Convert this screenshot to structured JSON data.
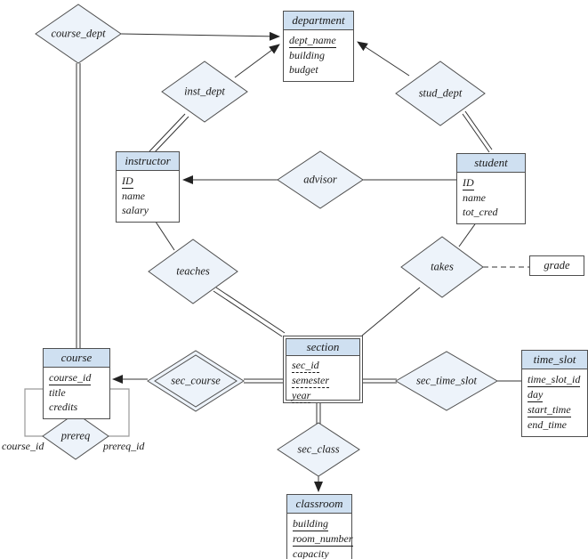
{
  "colors": {
    "entity_header_bg": "#cfe0f1",
    "diamond_fill": "#edf3fa",
    "border": "#4f4f4f",
    "line": "#333333",
    "loop_line": "#9a9a9a"
  },
  "entities": {
    "department": {
      "title": "department",
      "attributes": [
        {
          "text": "dept_name",
          "underline": "solid"
        },
        {
          "text": "building",
          "underline": "none"
        },
        {
          "text": "budget",
          "underline": "none"
        }
      ]
    },
    "instructor": {
      "title": "instructor",
      "attributes": [
        {
          "text": "ID",
          "underline": "solid"
        },
        {
          "text": "name",
          "underline": "none"
        },
        {
          "text": "salary",
          "underline": "none"
        }
      ]
    },
    "student": {
      "title": "student",
      "attributes": [
        {
          "text": "ID",
          "underline": "solid"
        },
        {
          "text": "name",
          "underline": "none"
        },
        {
          "text": "tot_cred",
          "underline": "none"
        }
      ]
    },
    "section": {
      "title": "section",
      "weak_entity": true,
      "attributes": [
        {
          "text": "sec_id",
          "underline": "dashed"
        },
        {
          "text": "semester",
          "underline": "dashed"
        },
        {
          "text": "year",
          "underline": "dashed"
        }
      ]
    },
    "course": {
      "title": "course",
      "attributes": [
        {
          "text": "course_id",
          "underline": "solid"
        },
        {
          "text": "title",
          "underline": "none"
        },
        {
          "text": "credits",
          "underline": "none"
        }
      ]
    },
    "time_slot": {
      "title": "time_slot",
      "attributes": [
        {
          "text": "time_slot_id",
          "underline": "solid"
        },
        {
          "text": "day",
          "underline": "solid"
        },
        {
          "text": "start_time",
          "underline": "solid"
        },
        {
          "text": "end_time",
          "underline": "none"
        }
      ]
    },
    "classroom": {
      "title": "classroom",
      "attributes": [
        {
          "text": "building",
          "underline": "solid"
        },
        {
          "text": "room_number",
          "underline": "solid"
        },
        {
          "text": "capacity",
          "underline": "none"
        }
      ]
    }
  },
  "relationships": {
    "course_dept": {
      "label": "course_dept"
    },
    "inst_dept": {
      "label": "inst_dept"
    },
    "stud_dept": {
      "label": "stud_dept"
    },
    "advisor": {
      "label": "advisor"
    },
    "teaches": {
      "label": "teaches"
    },
    "takes": {
      "label": "takes"
    },
    "sec_course": {
      "label": "sec_course",
      "identifying": true
    },
    "sec_time_slot": {
      "label": "sec_time_slot"
    },
    "prereq": {
      "label": "prereq"
    },
    "sec_class": {
      "label": "sec_class"
    }
  },
  "attribute_boxes": {
    "grade": {
      "label": "grade"
    }
  },
  "role_labels": {
    "course_id": "course_id",
    "prereq_id": "prereq_id"
  }
}
